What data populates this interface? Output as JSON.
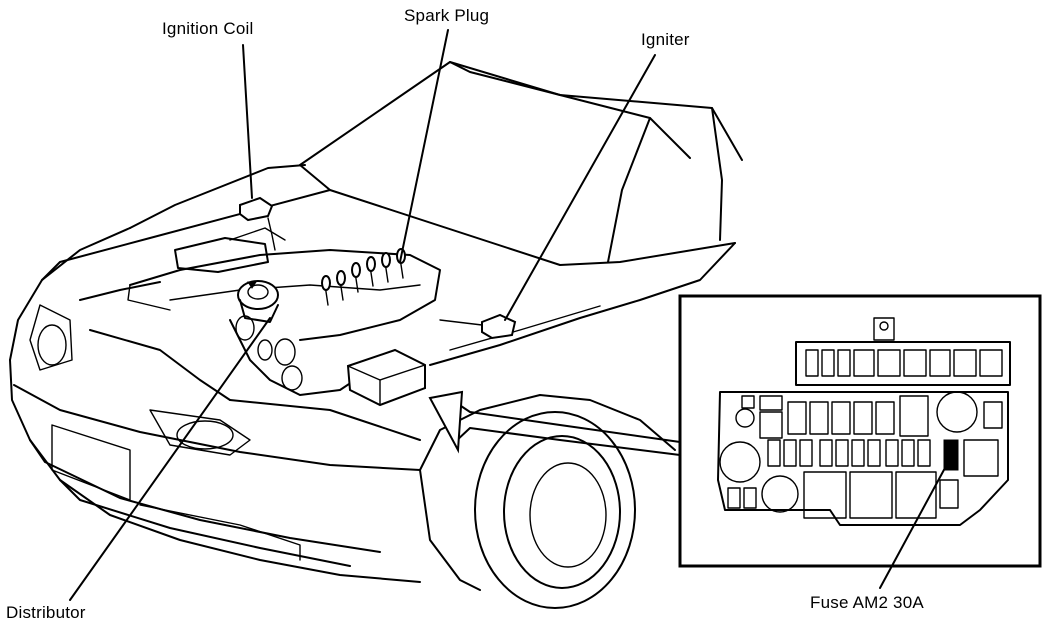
{
  "labels": {
    "ignition_coil": "Ignition Coil",
    "spark_plug": "Spark Plug",
    "igniter": "Igniter",
    "distributor": "Distributor",
    "fuse": "Fuse AM2 30A"
  },
  "colors": {
    "line": "#000000",
    "background": "#ffffff"
  }
}
